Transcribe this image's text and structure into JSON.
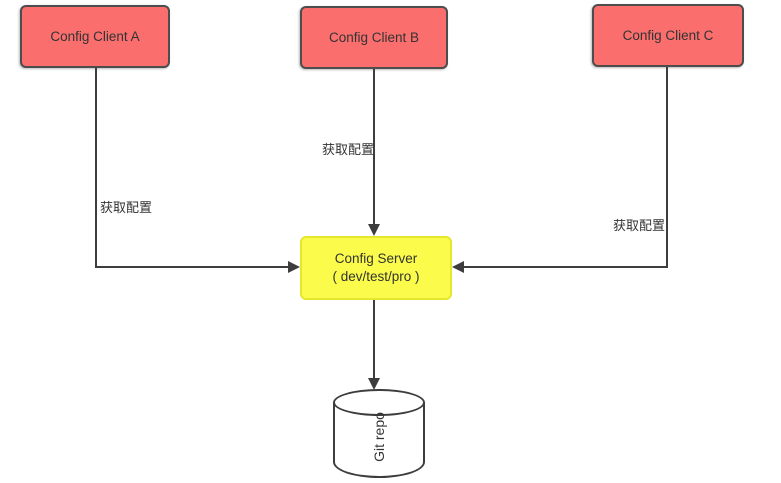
{
  "diagram": {
    "background": "#ffffff",
    "colors": {
      "client_fill": "#fa6e6e",
      "client_border": "#4d4d4d",
      "server_fill": "#fbfb4b",
      "server_border": "#e6e62e",
      "connector_line": "#3d3d3d",
      "text": "#333333",
      "cylinder_fill": "#ffffff"
    },
    "nodes": {
      "client_a": {
        "label": "Config Client A"
      },
      "client_b": {
        "label": "Config Client B"
      },
      "client_c": {
        "label": "Config Client C"
      },
      "config_server": {
        "line1": "Config Server",
        "line2": "( dev/test/pro )"
      },
      "git_repo": {
        "label": "Git repo"
      }
    },
    "edges": {
      "a_to_server": {
        "label": "获取配置"
      },
      "b_to_server": {
        "label": "获取配置"
      },
      "c_to_server": {
        "label": "获取配置"
      },
      "server_to_repo": {
        "label": ""
      }
    }
  }
}
